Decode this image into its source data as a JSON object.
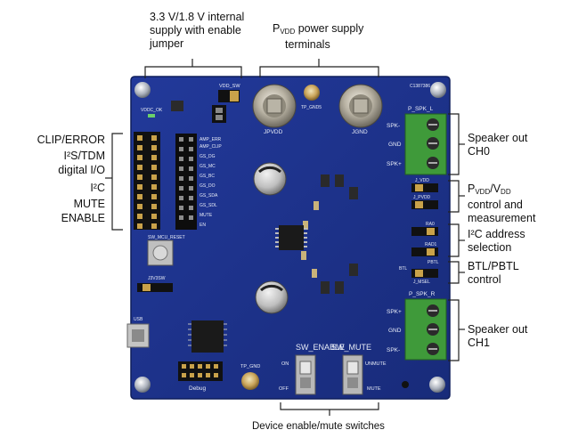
{
  "labels": {
    "top_supply": [
      "3.3 V/1.8 V internal",
      "supply with enable",
      "jumper"
    ],
    "top_pvdd": {
      "p": "P",
      "sub": "VDD",
      "rest": " power supply",
      "line2": "terminals"
    },
    "left": [
      "CLIP/ERROR",
      "I²S/TDM",
      "digital I/O",
      "I²C",
      "MUTE",
      "ENABLE"
    ],
    "right_spk0": [
      "Speaker out",
      "CH0"
    ],
    "right_pvdd_vdd": {
      "p1": "P",
      "s1": "VDD",
      "mid": "/V",
      "s2": "DD",
      "line2": "control and",
      "line3": "measurement"
    },
    "right_i2c": [
      "I²C address",
      "selection"
    ],
    "right_btl": [
      "BTL/PBTL",
      "control"
    ],
    "right_spk1": [
      "Speaker out",
      "CH1"
    ],
    "bottom": "Device enable/mute switches"
  },
  "board_text": {
    "vdd_sw": "VDD_SW",
    "vddc_ok": "VDDC_OK",
    "gnd5": "TP_GND5",
    "jpvdd": "JPVDD",
    "jgnd": "JGND",
    "p_spk_l": "P_SPK_L",
    "p_spk_r": "P_SPK_R",
    "spk_minus": "SPK-",
    "gnd": "GND",
    "spk_plus": "SPK+",
    "j_vdd": "J_VDD",
    "j_pvdd": "J_PVDD",
    "ra0": "RA0",
    "rad1": "RAD1",
    "msel": "J_MSEL",
    "btl": "BTL",
    "pbtl": "PBTL",
    "sw_enable": "SW_ENABLE",
    "sw_mute": "SW_MUTE",
    "on": "ON",
    "off": "OFF",
    "unmute": "UNMUTE",
    "mute": "MUTE",
    "tp_gnd": "TP_GND",
    "debug": "Debug",
    "sw_mcu_reset": "SW_MCU_RESET",
    "j3v3sw": "J3V3SW",
    "usb": "USB",
    "serial": "C1387386",
    "pin_labels": [
      "AMP_ERR",
      "AMP_CLIP",
      "GS_DG",
      "GS_MC",
      "GS_BC",
      "GS_DO",
      "GS_SDA",
      "GS_SDL",
      "MUTE",
      "EN"
    ]
  },
  "colors": {
    "board": "#1b2f87",
    "board_dark": "#14246b",
    "terminal_green": "#3f9a3a",
    "silk": "#e8ecf7"
  }
}
